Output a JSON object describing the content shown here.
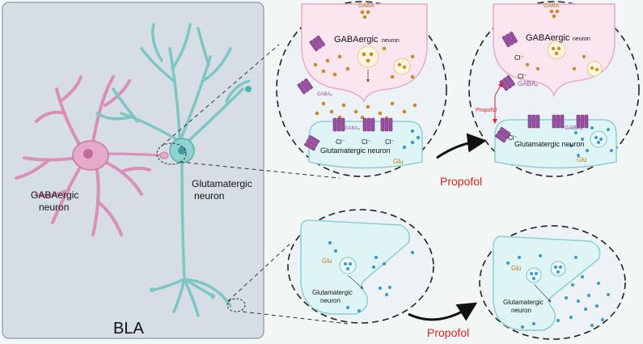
{
  "panel": {
    "region_label": "BLA"
  },
  "neurons": {
    "gabaergic_label_line1": "GABAergic",
    "gabaergic_label_line2": "neuron",
    "glutamatergic_label_line1": "Glutamatergic",
    "glutamatergic_label_line2": "neuron"
  },
  "synapse_top_before": {
    "gaba_label": "GABA",
    "presynaptic_label": "GABAergic",
    "presynaptic_label_small": "neuron",
    "receptor_label": "GABAₐ",
    "cl_labels": [
      "Cl⁻",
      "Cl⁻",
      "Cl⁻"
    ],
    "postsynaptic_label": "Glutamatergic neuron",
    "glu_label": "Glu"
  },
  "synapse_top_after": {
    "gaba_label": "GABA",
    "presynaptic_label": "GABAergic",
    "presynaptic_label_small": "neuron",
    "cl_label_1": "Cl⁻",
    "cl_label_2": "Cl⁻",
    "cl_label_3": "Cl⁻",
    "receptor_label_1": "GABAₐ",
    "receptor_label_2": "GABAₐ",
    "propofol_small": "Propofol",
    "postsynaptic_label": "Glutamatergic neuron",
    "glu_label": "Glu"
  },
  "synapse_bottom_before": {
    "glu_label": "Glu",
    "neuron_label_line1": "Glutamatergic",
    "neuron_label_line2": "neuron"
  },
  "synapse_bottom_after": {
    "glu_label": "Glu",
    "neuron_label_line1": "Glutamatergic",
    "neuron_label_line2": "neuron"
  },
  "arrows": {
    "top_label": "Propofol",
    "bottom_label": "Propofol"
  },
  "colors": {
    "gaba_pink": "#d98fb7",
    "glut_teal": "#7cc6c4",
    "receptor_purple": "#9b4fa3",
    "gaba_dot": "#c98a2a",
    "glu_dot": "#3a9ad0",
    "propofol_red": "#e02020",
    "panel_bg": "#d6dde5"
  }
}
